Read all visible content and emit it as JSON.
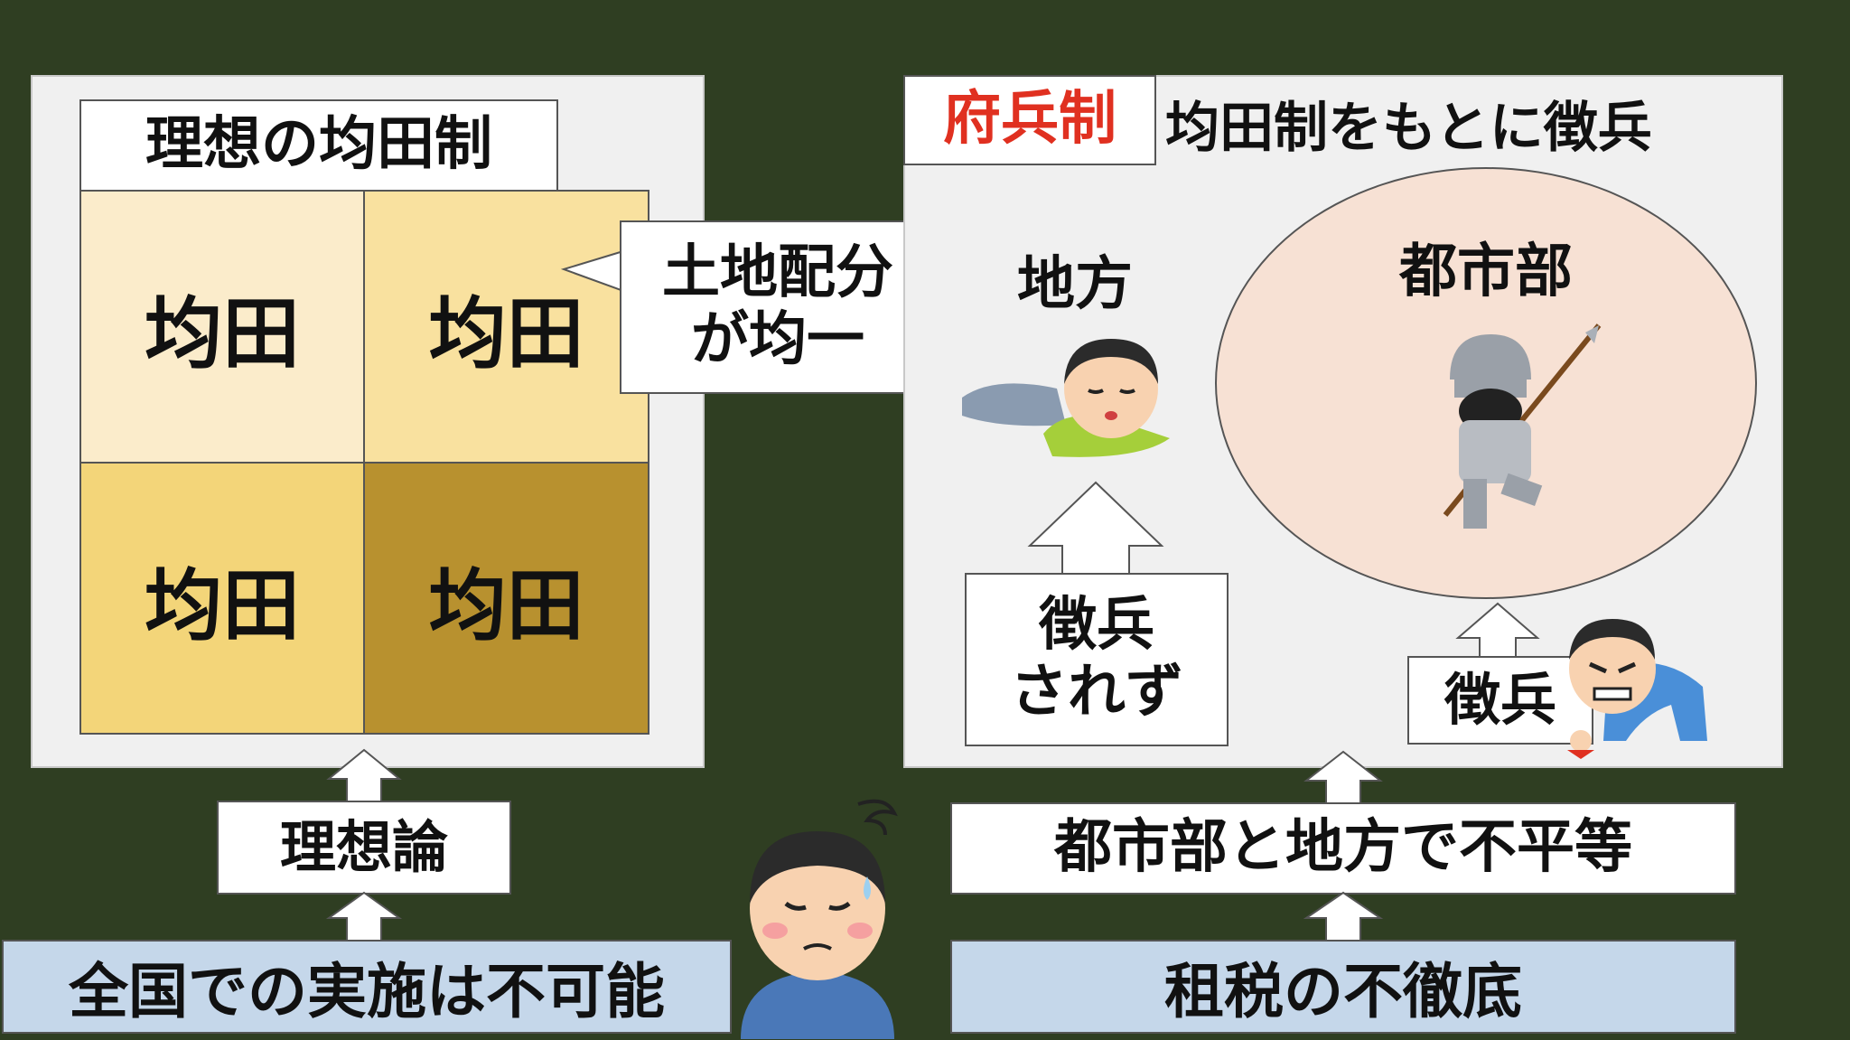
{
  "left_panel": {
    "title": "理想の均田制",
    "cells": [
      "均田",
      "均田",
      "均田",
      "均田"
    ],
    "cell_colors": [
      "#fbeccb",
      "#f9e19f",
      "#f3d579",
      "#b8912f"
    ],
    "callout": [
      "土地配分",
      "が均一"
    ]
  },
  "right_panel": {
    "title_red": "府兵制",
    "title_red_color": "#e03020",
    "title_desc": "均田制をもとに徴兵",
    "rural_label": "地方",
    "urban_label": "都市部",
    "no_conscription": [
      "徴兵",
      "されず"
    ],
    "conscription": "徴兵"
  },
  "bottom": {
    "ideal_label": "理想論",
    "impossible_label": "全国での実施は不可能",
    "inequality_label": "都市部と地方で不平等",
    "tax_label": "租税の不徹底"
  }
}
